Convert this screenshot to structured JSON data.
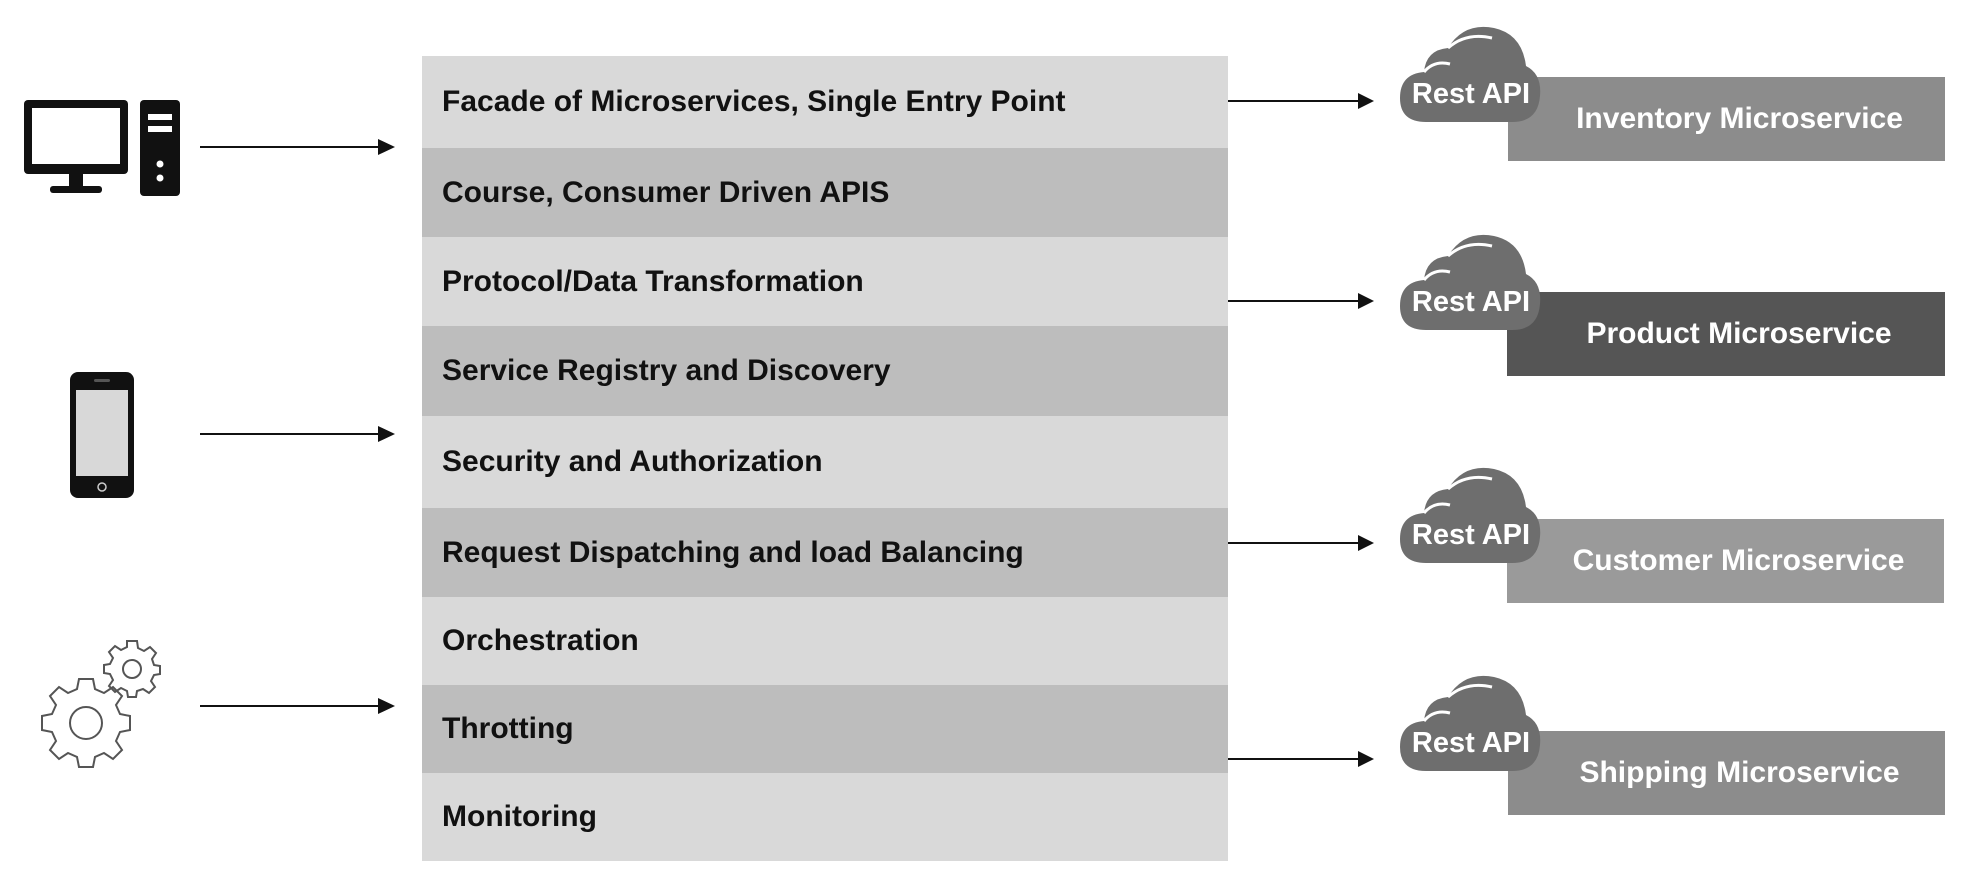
{
  "gateway": {
    "layers": [
      {
        "label": "Facade of Microservices, Single Entry Point",
        "shade": "light"
      },
      {
        "label": "Course, Consumer Driven APIS",
        "shade": "dark"
      },
      {
        "label": "Protocol/Data Transformation",
        "shade": "light"
      },
      {
        "label": "Service Registry and Discovery",
        "shade": "dark"
      },
      {
        "label": "Security and Authorization",
        "shade": "light"
      },
      {
        "label": "Request Dispatching and load Balancing",
        "shade": "dark"
      },
      {
        "label": "Orchestration",
        "shade": "light"
      },
      {
        "label": "Throtting",
        "shade": "dark"
      },
      {
        "label": "Monitoring",
        "shade": "light"
      }
    ]
  },
  "clients": [
    {
      "icon": "desktop-computer-icon"
    },
    {
      "icon": "mobile-phone-icon"
    },
    {
      "icon": "gears-icon"
    }
  ],
  "microservices": [
    {
      "cloud_label": "Rest API",
      "name": "Inventory Microservice",
      "color": "#8c8c8c"
    },
    {
      "cloud_label": "Rest API",
      "name": "Product Microservice",
      "color": "#555555"
    },
    {
      "cloud_label": "Rest API",
      "name": "Customer Microservice",
      "color": "#9a9a9a"
    },
    {
      "cloud_label": "Rest API",
      "name": "Shipping Microservice",
      "color": "#8c8c8c"
    }
  ],
  "colors": {
    "layer_light": "#d9d9d9",
    "layer_dark": "#bdbdbd",
    "cloud": "#6e6e6e",
    "icon": "#111111"
  }
}
